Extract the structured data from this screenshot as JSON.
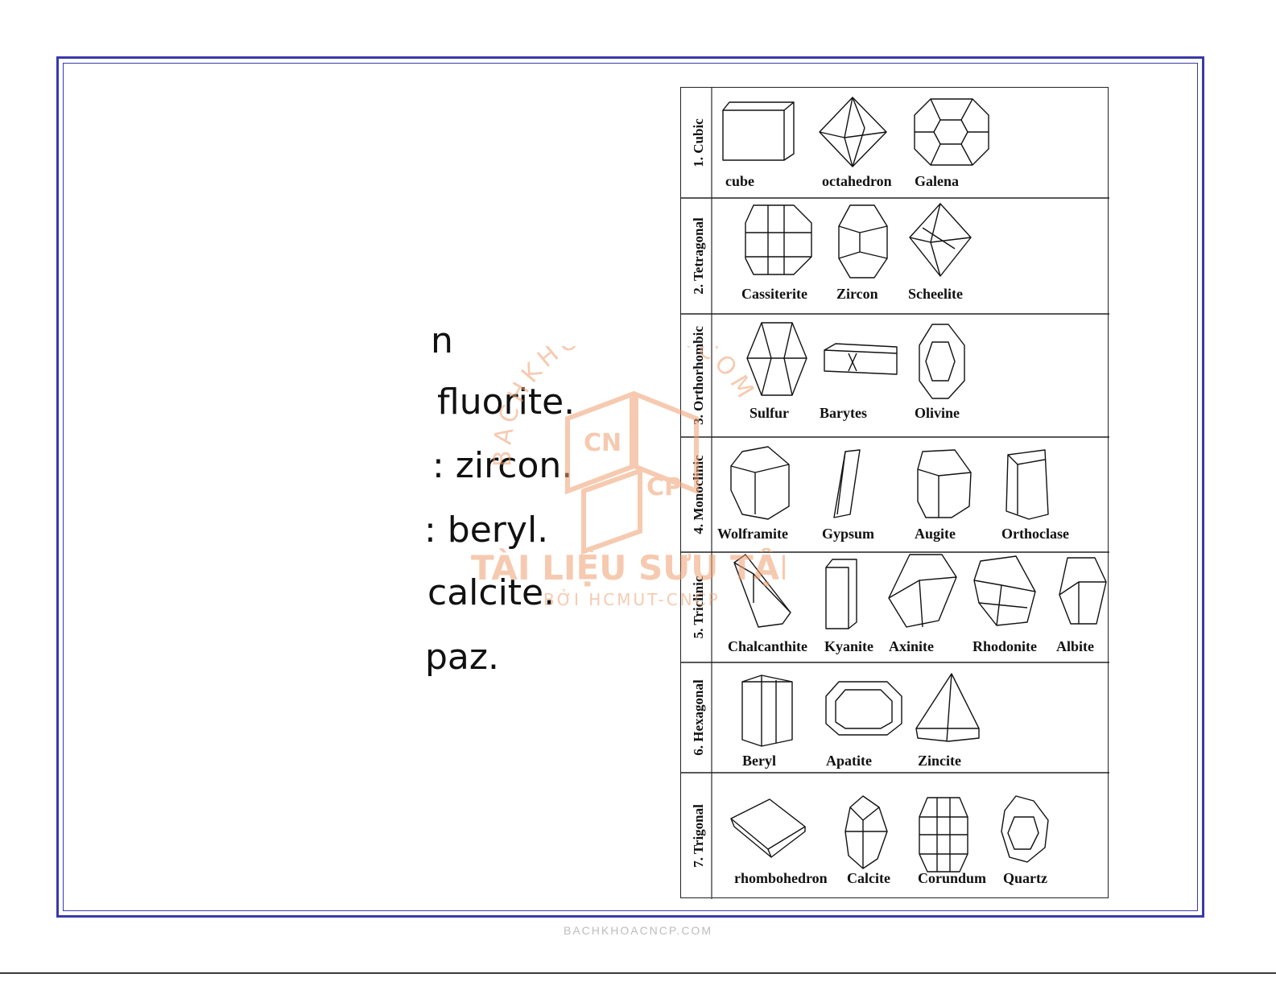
{
  "slide": {
    "text_lines": [
      "n",
      "fluorite.",
      ": zircon.",
      ": beryl.",
      "calcite.",
      "paz."
    ]
  },
  "crystal_table": {
    "systems": [
      {
        "label": "1. Cubic",
        "minerals": [
          "cube",
          "octahedron",
          "Galena"
        ]
      },
      {
        "label": "2. Tetragonal",
        "minerals": [
          "Cassiterite",
          "Zircon",
          "Scheelite"
        ]
      },
      {
        "label": "3. Orthorhombic",
        "minerals": [
          "Sulfur",
          "Barytes",
          "Olivine"
        ]
      },
      {
        "label": "4. Monoclinic",
        "minerals": [
          "Wolframite",
          "Gypsum",
          "Augite",
          "Orthoclase"
        ]
      },
      {
        "label": "5. Triclinic",
        "minerals": [
          "Chalcanthite",
          "Kyanite",
          "Axinite",
          "Rhodonite",
          "Albite"
        ]
      },
      {
        "label": "6. Hexagonal",
        "minerals": [
          "Beryl",
          "Apatite",
          "Zincite"
        ]
      },
      {
        "label": "7. Trigonal",
        "minerals": [
          "rhombohedron",
          "Calcite",
          "Corundum",
          "Quartz"
        ]
      }
    ]
  },
  "watermark": {
    "arc_text": "BACHKHOACNCP.COM",
    "title": "TÀI LIỆU SƯU TẬP",
    "subtitle": "BỞI HCMUT-CNCP",
    "logo_left": "CN",
    "logo_right": "CP",
    "color": "#f0a070"
  },
  "footer": {
    "url": "BACHKHOACNCP.COM"
  }
}
